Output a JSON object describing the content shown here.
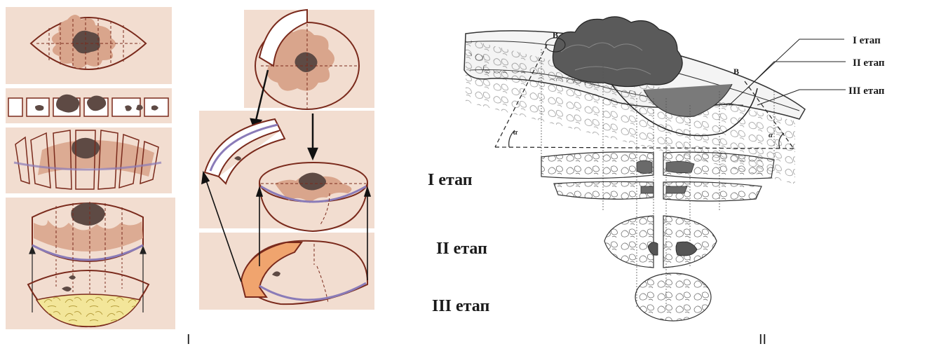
{
  "captions": {
    "left": "I",
    "right": "II"
  },
  "right_panel": {
    "callouts": [
      "I етап",
      "II етап",
      "III етап"
    ],
    "stage_labels": [
      "I етап",
      "II етап",
      "III етап"
    ],
    "angle_symbol": "α",
    "point_label": "B"
  },
  "colors": {
    "panel_bg": "#f2ddd0",
    "outline": "#7a2a1c",
    "tumor_dark": "#5e4a44",
    "tumor_halo": "#d9a58c",
    "fat_yellow": "#f3e69a",
    "orange_wedge": "#f0a46e",
    "sketch_ink": "#333333"
  }
}
